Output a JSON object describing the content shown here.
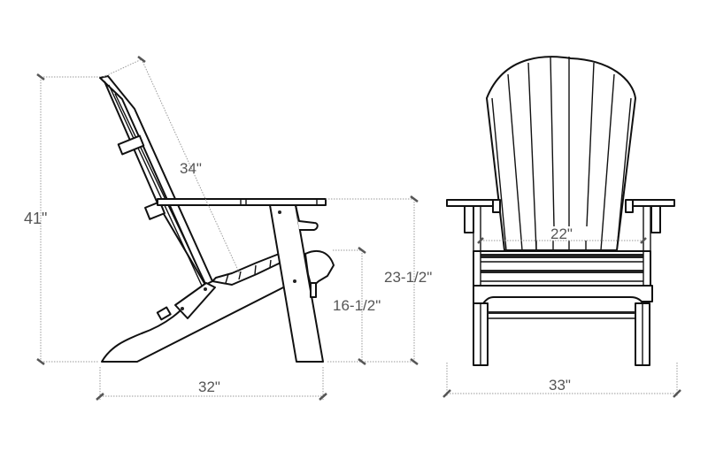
{
  "diagram": {
    "subject": "Adirondack chair dimensions",
    "side_view": {
      "overall_height": "41\"",
      "back_length": "34\"",
      "overall_depth": "32\"",
      "arm_height": "23-1/2\"",
      "seat_height": "16-1/2\""
    },
    "front_view": {
      "seat_width": "22\"",
      "overall_width": "33\""
    },
    "colors": {
      "outline": "#111111",
      "dimension_line": "#9a9a9a",
      "label_text": "#555555",
      "background": "#ffffff"
    }
  }
}
